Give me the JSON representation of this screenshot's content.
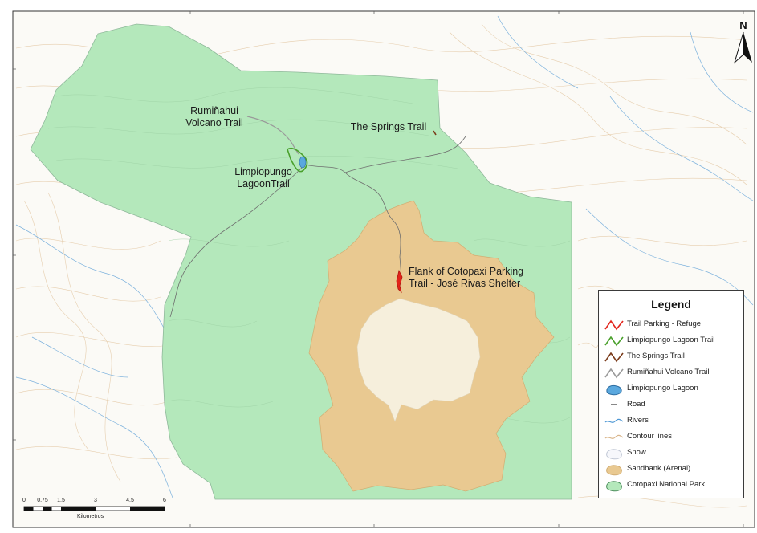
{
  "map": {
    "labels": {
      "rumihahui": "Rumiñahui\nVolcano Trail",
      "springs": "The Springs Trail",
      "limpiopungo": "Limpiopungo\nLagoonTrail",
      "cotopaxi": "Flank of Cotopaxi Parking\nTrail - José Rivas Shelter"
    },
    "colors": {
      "park": "#b4e8bb",
      "sandbank": "#e9c991",
      "snow": "#f6efdc",
      "contour": "#d9b58a",
      "river": "#6aa6d6",
      "trail_parking": "#e2231a",
      "trail_limpiopungo": "#4aa02c",
      "trail_springs": "#7a3b1a",
      "trail_rumihahui": "#9a9a9a",
      "lagoon": "#5aa8de"
    }
  },
  "north": {
    "letter": "N"
  },
  "scale": {
    "ticks": [
      "0",
      "0,75",
      "1,5",
      "3",
      "4,5",
      "6"
    ],
    "unit": "Kilometros"
  },
  "legend": {
    "title": "Legend",
    "items": [
      {
        "label": "Trail Parking - Refuge",
        "icon": "red-line-icon"
      },
      {
        "label": "Limpiopungo Lagoon Trail",
        "icon": "green-line-icon"
      },
      {
        "label": "The Springs Trail",
        "icon": "brown-line-icon"
      },
      {
        "label": "Rumiñahui Volcano Trail",
        "icon": "gray-line-icon"
      },
      {
        "label": "Limpiopungo Lagoon",
        "icon": "lagoon-icon"
      },
      {
        "label": "Road",
        "icon": "road-icon"
      },
      {
        "label": "Rivers",
        "icon": "river-icon"
      },
      {
        "label": "Contour lines",
        "icon": "contour-icon"
      },
      {
        "label": "Snow",
        "icon": "snow-icon"
      },
      {
        "label": "Sandbank (Arenal)",
        "icon": "sandbank-icon"
      },
      {
        "label": "Cotopaxi National Park",
        "icon": "park-icon"
      }
    ]
  }
}
